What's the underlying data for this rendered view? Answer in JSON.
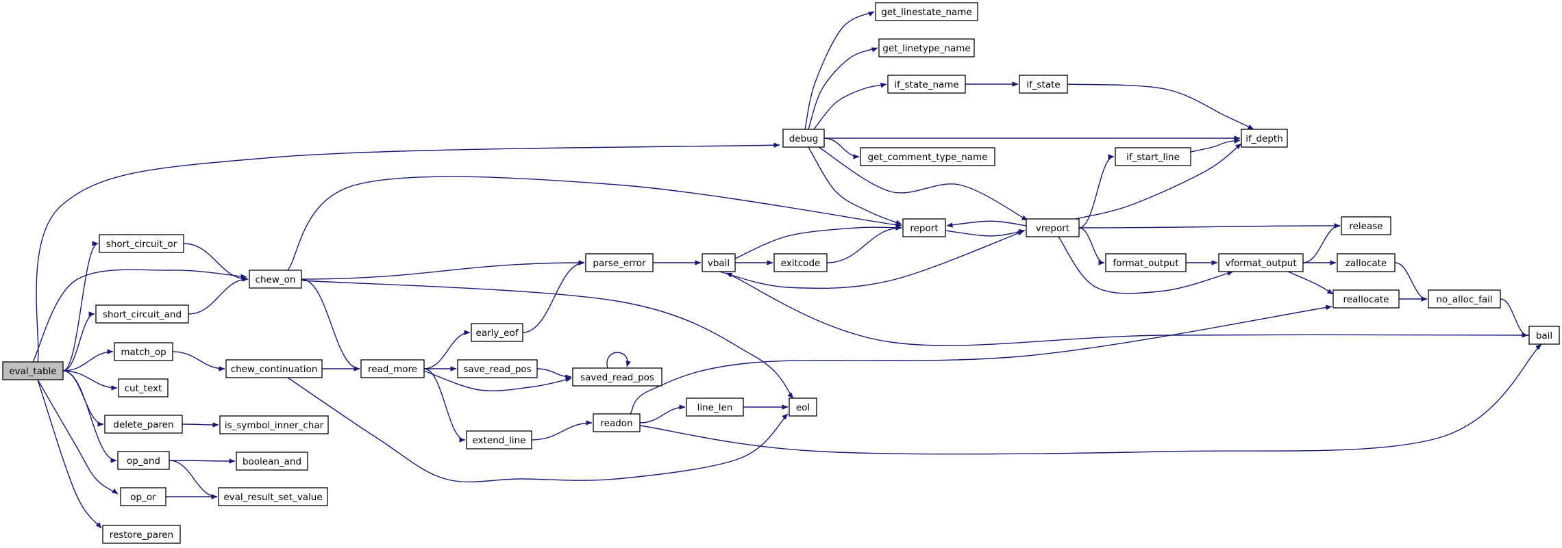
{
  "graph": {
    "root": "eval_table",
    "edge_color": "#191970",
    "root_fill": "#bfbfbf",
    "nodes": [
      {
        "id": "eval_table",
        "label": "eval_table"
      },
      {
        "id": "short_circuit_or",
        "label": "short_circuit_or"
      },
      {
        "id": "short_circuit_and",
        "label": "short_circuit_and"
      },
      {
        "id": "match_op",
        "label": "match_op"
      },
      {
        "id": "cut_text",
        "label": "cut_text"
      },
      {
        "id": "delete_paren",
        "label": "delete_paren"
      },
      {
        "id": "op_and",
        "label": "op_and"
      },
      {
        "id": "op_or",
        "label": "op_or"
      },
      {
        "id": "restore_paren",
        "label": "restore_paren"
      },
      {
        "id": "chew_on",
        "label": "chew_on"
      },
      {
        "id": "chew_continuation",
        "label": "chew_continuation"
      },
      {
        "id": "is_symbol_inner_char",
        "label": "is_symbol_inner_char"
      },
      {
        "id": "boolean_and",
        "label": "boolean_and"
      },
      {
        "id": "eval_result_set_value",
        "label": "eval_result_set_value"
      },
      {
        "id": "read_more",
        "label": "read_more"
      },
      {
        "id": "early_eof",
        "label": "early_eof"
      },
      {
        "id": "save_read_pos",
        "label": "save_read_pos"
      },
      {
        "id": "extend_line",
        "label": "extend_line"
      },
      {
        "id": "parse_error",
        "label": "parse_error"
      },
      {
        "id": "saved_read_pos",
        "label": "saved_read_pos"
      },
      {
        "id": "readon",
        "label": "readon"
      },
      {
        "id": "vbail",
        "label": "vbail"
      },
      {
        "id": "line_len",
        "label": "line_len"
      },
      {
        "id": "exitcode",
        "label": "exitcode"
      },
      {
        "id": "eol",
        "label": "eol"
      },
      {
        "id": "debug",
        "label": "debug"
      },
      {
        "id": "get_linestate_name",
        "label": "get_linestate_name"
      },
      {
        "id": "get_linetype_name",
        "label": "get_linetype_name"
      },
      {
        "id": "if_state_name",
        "label": "if_state_name"
      },
      {
        "id": "get_comment_type_name",
        "label": "get_comment_type_name"
      },
      {
        "id": "report",
        "label": "report"
      },
      {
        "id": "if_state",
        "label": "if_state"
      },
      {
        "id": "vreport",
        "label": "vreport"
      },
      {
        "id": "if_start_line",
        "label": "if_start_line"
      },
      {
        "id": "format_output",
        "label": "format_output"
      },
      {
        "id": "if_depth",
        "label": "if_depth"
      },
      {
        "id": "vformat_output",
        "label": "vformat_output"
      },
      {
        "id": "release",
        "label": "release"
      },
      {
        "id": "zallocate",
        "label": "zallocate"
      },
      {
        "id": "reallocate",
        "label": "reallocate"
      },
      {
        "id": "no_alloc_fail",
        "label": "no_alloc_fail"
      },
      {
        "id": "bail",
        "label": "bail"
      }
    ],
    "edges": [
      {
        "from": "eval_table",
        "to": "debug"
      },
      {
        "from": "eval_table",
        "to": "short_circuit_or"
      },
      {
        "from": "eval_table",
        "to": "chew_on"
      },
      {
        "from": "eval_table",
        "to": "short_circuit_and"
      },
      {
        "from": "eval_table",
        "to": "match_op"
      },
      {
        "from": "eval_table",
        "to": "cut_text"
      },
      {
        "from": "eval_table",
        "to": "delete_paren"
      },
      {
        "from": "eval_table",
        "to": "op_and"
      },
      {
        "from": "eval_table",
        "to": "op_or"
      },
      {
        "from": "eval_table",
        "to": "restore_paren"
      },
      {
        "from": "short_circuit_or",
        "to": "chew_on"
      },
      {
        "from": "short_circuit_and",
        "to": "chew_on"
      },
      {
        "from": "match_op",
        "to": "chew_continuation"
      },
      {
        "from": "delete_paren",
        "to": "is_symbol_inner_char"
      },
      {
        "from": "op_and",
        "to": "boolean_and"
      },
      {
        "from": "op_and",
        "to": "eval_result_set_value"
      },
      {
        "from": "op_or",
        "to": "eval_result_set_value"
      },
      {
        "from": "chew_on",
        "to": "report"
      },
      {
        "from": "chew_on",
        "to": "parse_error"
      },
      {
        "from": "chew_on",
        "to": "read_more"
      },
      {
        "from": "chew_on",
        "to": "eol"
      },
      {
        "from": "chew_continuation",
        "to": "read_more"
      },
      {
        "from": "chew_continuation",
        "to": "eol"
      },
      {
        "from": "read_more",
        "to": "early_eof"
      },
      {
        "from": "read_more",
        "to": "save_read_pos"
      },
      {
        "from": "read_more",
        "to": "saved_read_pos"
      },
      {
        "from": "read_more",
        "to": "extend_line"
      },
      {
        "from": "early_eof",
        "to": "parse_error"
      },
      {
        "from": "save_read_pos",
        "to": "saved_read_pos"
      },
      {
        "from": "saved_read_pos",
        "to": "saved_read_pos"
      },
      {
        "from": "extend_line",
        "to": "readon"
      },
      {
        "from": "parse_error",
        "to": "vbail"
      },
      {
        "from": "readon",
        "to": "line_len"
      },
      {
        "from": "readon",
        "to": "reallocate"
      },
      {
        "from": "readon",
        "to": "bail"
      },
      {
        "from": "line_len",
        "to": "eol"
      },
      {
        "from": "vbail",
        "to": "exitcode"
      },
      {
        "from": "vbail",
        "to": "report"
      },
      {
        "from": "vbail",
        "to": "vreport"
      },
      {
        "from": "exitcode",
        "to": "report"
      },
      {
        "from": "debug",
        "to": "get_linestate_name"
      },
      {
        "from": "debug",
        "to": "get_linetype_name"
      },
      {
        "from": "debug",
        "to": "if_state_name"
      },
      {
        "from": "debug",
        "to": "if_depth"
      },
      {
        "from": "debug",
        "to": "get_comment_type_name"
      },
      {
        "from": "debug",
        "to": "report"
      },
      {
        "from": "debug",
        "to": "vreport"
      },
      {
        "from": "if_state_name",
        "to": "if_state"
      },
      {
        "from": "if_state",
        "to": "if_depth"
      },
      {
        "from": "report",
        "to": "vreport"
      },
      {
        "from": "vreport",
        "to": "report"
      },
      {
        "from": "vreport",
        "to": "if_start_line"
      },
      {
        "from": "vreport",
        "to": "if_depth"
      },
      {
        "from": "vreport",
        "to": "release"
      },
      {
        "from": "vreport",
        "to": "format_output"
      },
      {
        "from": "vreport",
        "to": "vformat_output"
      },
      {
        "from": "if_start_line",
        "to": "if_depth"
      },
      {
        "from": "format_output",
        "to": "vformat_output"
      },
      {
        "from": "vformat_output",
        "to": "release"
      },
      {
        "from": "vformat_output",
        "to": "zallocate"
      },
      {
        "from": "vformat_output",
        "to": "reallocate"
      },
      {
        "from": "zallocate",
        "to": "no_alloc_fail"
      },
      {
        "from": "reallocate",
        "to": "no_alloc_fail"
      },
      {
        "from": "no_alloc_fail",
        "to": "bail"
      },
      {
        "from": "bail",
        "to": "vbail"
      }
    ]
  }
}
